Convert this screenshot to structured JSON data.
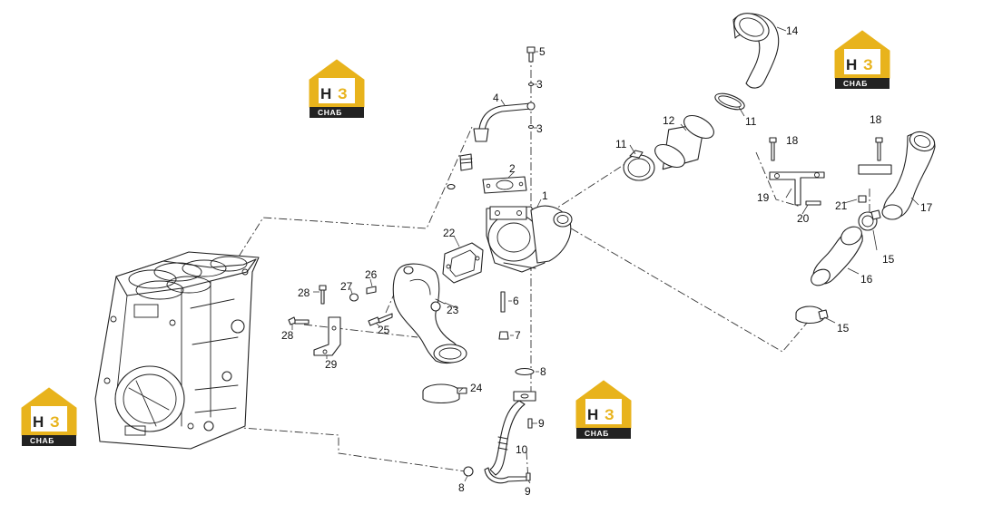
{
  "brand": {
    "letter_h": "Н",
    "letter_z": "З",
    "caption": "СНАБ",
    "colors": {
      "gold": "#e8b31c",
      "dark": "#222222",
      "white": "#ffffff"
    }
  },
  "callouts": [
    "1",
    "2",
    "3",
    "3",
    "4",
    "5",
    "6",
    "7",
    "8",
    "8",
    "9",
    "9",
    "10",
    "11",
    "11",
    "12",
    "14",
    "15",
    "15",
    "16",
    "17",
    "18",
    "18",
    "19",
    "20",
    "21",
    "22",
    "23",
    "24",
    "25",
    "26",
    "27",
    "28",
    "28",
    "29"
  ]
}
